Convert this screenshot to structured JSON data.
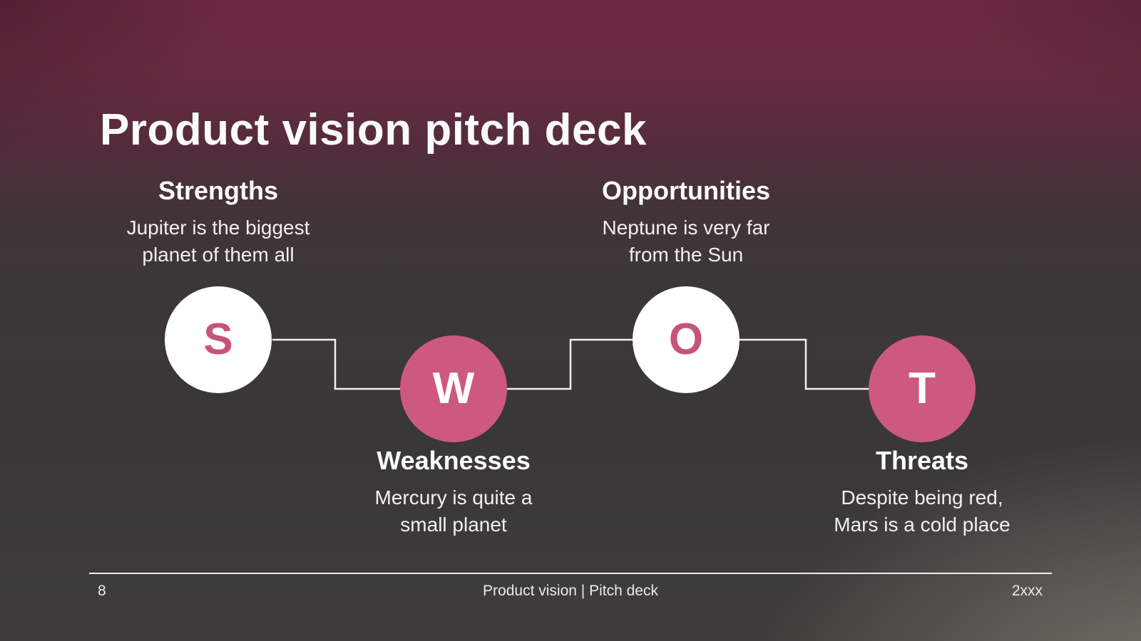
{
  "slide": {
    "title": "Product vision pitch deck",
    "footer": {
      "page_number": "8",
      "center_text": "Product vision | Pitch deck",
      "right_text": "2xxx"
    }
  },
  "swot": {
    "items": [
      {
        "letter": "S",
        "heading": "Strengths",
        "body": "Jupiter is the biggest\nplanet of them all",
        "circle_style": "light"
      },
      {
        "letter": "W",
        "heading": "Weaknesses",
        "body": "Mercury is quite a\nsmall planet",
        "circle_style": "pink"
      },
      {
        "letter": "O",
        "heading": "Opportunities",
        "body": "Neptune is very far\nfrom the Sun",
        "circle_style": "light"
      },
      {
        "letter": "T",
        "heading": "Threats",
        "body": "Despite being red,\nMars is a cold place",
        "circle_style": "pink"
      }
    ]
  },
  "colors": {
    "accent_pink": "#cd5a7e",
    "accent_pink_text": "#c75377",
    "background_top": "#6e2942",
    "background_base": "#3a3837",
    "connector_line": "#f2f0ec",
    "text_white": "#fbfafb"
  }
}
